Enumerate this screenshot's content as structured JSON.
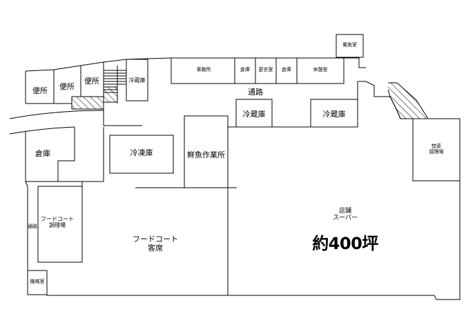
{
  "rooms": {
    "electrical": "電気室",
    "office": "事務所",
    "storage_top1": "倉庫",
    "locker": "更衣室",
    "storage_top2": "倉庫",
    "breakroom": "休憩室",
    "toilet1": "便所",
    "toilet2": "便所",
    "toilet3": "便所",
    "fridge_small": "冷蔵庫",
    "corridor": "通路",
    "fridge1": "冷蔵庫",
    "fridge2": "冷蔵庫",
    "deli_kitchen": [
      "惣菜",
      "調理場"
    ],
    "storage_left": "倉庫",
    "freezer": "冷凍庫",
    "fish_prep": "鮮魚作業所",
    "side_passage": "通路",
    "foodcourt_kitchen": [
      "フードコート",
      "調理場"
    ],
    "foodcourt_seating": [
      "フードコート",
      "客席"
    ],
    "store": [
      "店舗",
      "スーパー"
    ],
    "store_area": "約400坪",
    "machine_room": "機械室"
  }
}
